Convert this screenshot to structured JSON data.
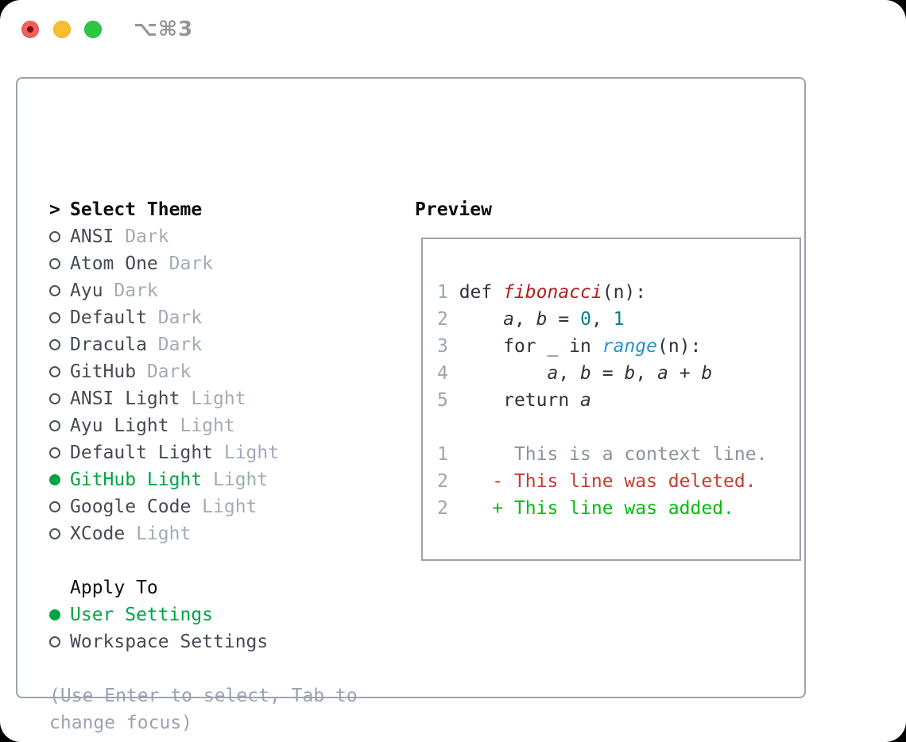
{
  "window": {
    "title": "⌥⌘3",
    "traffic_lights": [
      "close",
      "minimize",
      "zoom"
    ]
  },
  "panel": {
    "header_pointer": ">",
    "header_label": "Select Theme",
    "themes": [
      {
        "name": "ANSI",
        "variant": "Dark",
        "selected": false
      },
      {
        "name": "Atom One",
        "variant": "Dark",
        "selected": false
      },
      {
        "name": "Ayu",
        "variant": "Dark",
        "selected": false
      },
      {
        "name": "Default",
        "variant": "Dark",
        "selected": false
      },
      {
        "name": "Dracula",
        "variant": "Dark",
        "selected": false
      },
      {
        "name": "GitHub",
        "variant": "Dark",
        "selected": false
      },
      {
        "name": "ANSI Light",
        "variant": "Light",
        "selected": false
      },
      {
        "name": "Ayu Light",
        "variant": "Light",
        "selected": false
      },
      {
        "name": "Default Light",
        "variant": "Light",
        "selected": false
      },
      {
        "name": "GitHub Light",
        "variant": "Light",
        "selected": true
      },
      {
        "name": "Google Code",
        "variant": "Light",
        "selected": false
      },
      {
        "name": "XCode",
        "variant": "Light",
        "selected": false
      }
    ],
    "apply_to": {
      "label": "Apply To",
      "options": [
        {
          "name": "User Settings",
          "selected": true
        },
        {
          "name": "Workspace Settings",
          "selected": false
        }
      ]
    },
    "hint_lines": [
      "(Use Enter to select, Tab to",
      "change focus)"
    ]
  },
  "preview": {
    "title": "Preview",
    "code_lines": [
      {
        "num": "1",
        "segments": [
          {
            "t": " def ",
            "c": "c"
          },
          {
            "t": "fibonacci",
            "c": "fn"
          },
          {
            "t": "(n):",
            "c": "c"
          }
        ]
      },
      {
        "num": "2",
        "segments": [
          {
            "t": "     ",
            "c": "c"
          },
          {
            "t": "a",
            "c": "v"
          },
          {
            "t": ", ",
            "c": "c"
          },
          {
            "t": "b",
            "c": "v"
          },
          {
            "t": " = ",
            "c": "c"
          },
          {
            "t": "0",
            "c": "n"
          },
          {
            "t": ", ",
            "c": "c"
          },
          {
            "t": "1",
            "c": "n"
          }
        ]
      },
      {
        "num": "3",
        "segments": [
          {
            "t": "     for _ in ",
            "c": "c"
          },
          {
            "t": "range",
            "c": "b"
          },
          {
            "t": "(n):",
            "c": "c"
          }
        ]
      },
      {
        "num": "4",
        "segments": [
          {
            "t": "         ",
            "c": "c"
          },
          {
            "t": "a",
            "c": "v"
          },
          {
            "t": ", ",
            "c": "c"
          },
          {
            "t": "b",
            "c": "v"
          },
          {
            "t": " = ",
            "c": "c"
          },
          {
            "t": "b",
            "c": "v"
          },
          {
            "t": ", ",
            "c": "c"
          },
          {
            "t": "a",
            "c": "v"
          },
          {
            "t": " + ",
            "c": "c"
          },
          {
            "t": "b",
            "c": "v"
          }
        ]
      },
      {
        "num": "5",
        "segments": [
          {
            "t": "     return ",
            "c": "c"
          },
          {
            "t": "a",
            "c": "v"
          }
        ]
      },
      {
        "num": "",
        "segments": []
      },
      {
        "num": "1",
        "segments": [
          {
            "t": "      This is a context line.",
            "c": "x"
          }
        ]
      },
      {
        "num": "2",
        "segments": [
          {
            "t": "    - This line was deleted.",
            "c": "d"
          }
        ]
      },
      {
        "num": "2",
        "segments": [
          {
            "t": "    + This line was added.",
            "c": "a"
          }
        ]
      }
    ]
  },
  "colors": {
    "accent_green": "#00a542",
    "added_green": "#00bd0f",
    "deleted_red": "#c43c30",
    "function_red": "#b02121",
    "number_teal": "#0e7d84",
    "builtin_blue": "#2692d0"
  }
}
